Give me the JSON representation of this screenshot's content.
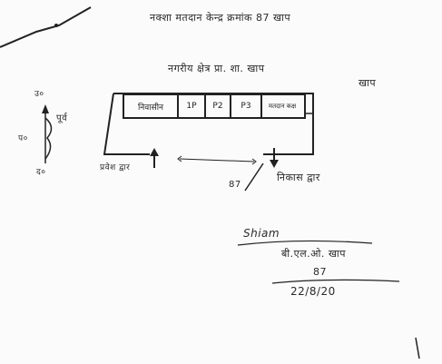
{
  "header": {
    "line1": "नक्शा मतदान केन्द्र क्रमांक 87 खाप",
    "line2": "नगरीय क्षेत्र प्रा. शा. खाप",
    "line2b": "खाप"
  },
  "compass": {
    "north": "उ०",
    "south": "द०",
    "east": "पूर्व",
    "west": "प०"
  },
  "room": {
    "cells": [
      "निवासीन",
      "1P",
      "P2",
      "P3",
      "मतदान कक्ष"
    ]
  },
  "labels": {
    "entry": "प्रवेश द्वार",
    "exit": "निकास द्वार",
    "side_mark": "87"
  },
  "signature": {
    "name": "Shiam",
    "line1": "बी.एल.ओ. खाप",
    "line2": "87",
    "date": "22/8/20"
  }
}
